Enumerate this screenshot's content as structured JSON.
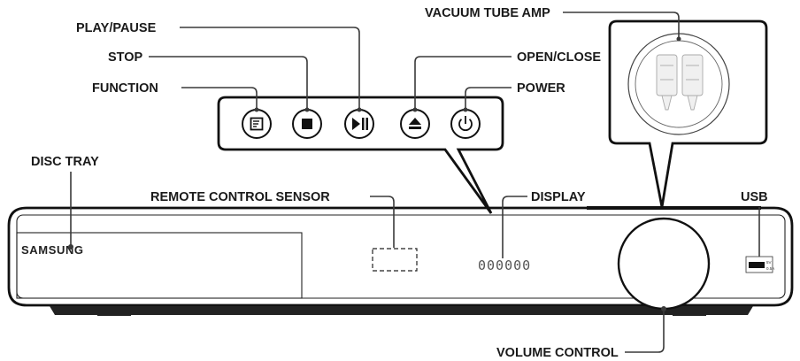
{
  "labels": {
    "play_pause": "PLAY/PAUSE",
    "stop": "STOP",
    "function": "FUNCTION",
    "open_close": "OPEN/CLOSE",
    "power": "POWER",
    "vacuum_tube_amp": "VACUUM TUBE AMP",
    "disc_tray": "DISC TRAY",
    "remote_control_sensor": "REMOTE CONTROL SENSOR",
    "display": "DISPLAY",
    "usb": "USB",
    "volume_control": "VOLUME CONTROL"
  },
  "device": {
    "brand": "SAMSUNG",
    "display_readout": "000000",
    "usb_rating_volts": "5V",
    "usb_rating_amps": "0.5A"
  },
  "icons": {
    "function": "function-icon",
    "stop": "stop-icon",
    "play_pause": "play-pause-icon",
    "open_close": "eject-icon",
    "power": "power-icon"
  }
}
